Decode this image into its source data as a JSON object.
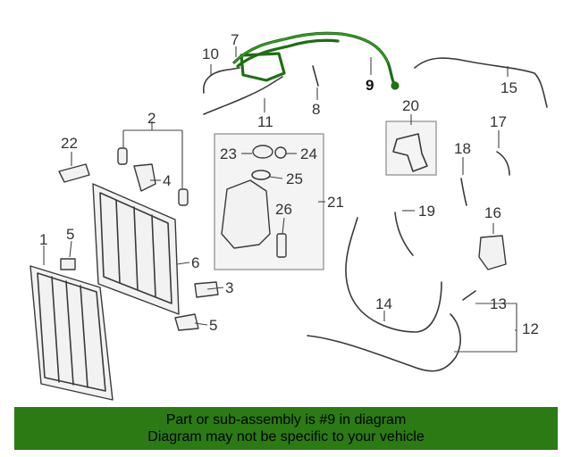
{
  "callouts": {
    "c1": "1",
    "c2": "2",
    "c3": "3",
    "c4": "4",
    "c5a": "5",
    "c5b": "5",
    "c6": "6",
    "c7": "7",
    "c8": "8",
    "c9": "9",
    "c10": "10",
    "c11": "11",
    "c12": "12",
    "c13": "13",
    "c14": "14",
    "c15": "15",
    "c16": "16",
    "c17": "17",
    "c18": "18",
    "c19": "19",
    "c20": "20",
    "c21": "21",
    "c22": "22",
    "c23": "23",
    "c24": "24",
    "c25": "25",
    "c26": "26"
  },
  "highlight": {
    "part_number": "9",
    "color": "#2b7a14"
  },
  "banner": {
    "line1": "Part or sub-assembly is #9 in diagram",
    "line2": "Diagram may not be specific to your vehicle"
  }
}
